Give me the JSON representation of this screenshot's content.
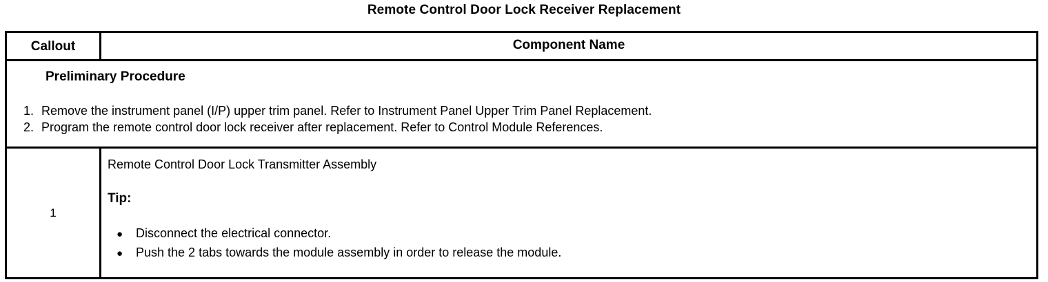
{
  "document": {
    "title": "Remote Control Door Lock Receiver Replacement"
  },
  "table": {
    "headers": {
      "callout": "Callout",
      "component_name": "Component Name"
    },
    "preliminary": {
      "heading": "Preliminary Procedure",
      "steps": [
        {
          "number": "1.",
          "text": "Remove the instrument panel (I/P) upper trim panel. Refer to Instrument Panel Upper Trim Panel Replacement."
        },
        {
          "number": "2.",
          "text": "Program the remote control door lock receiver after replacement. Refer to Control Module References."
        }
      ]
    },
    "rows": [
      {
        "callout": "1",
        "component_title": "Remote Control Door Lock Transmitter Assembly",
        "tip_label": "Tip:",
        "tips": [
          {
            "bullet": "bullet-glyph",
            "text": "Disconnect the electrical connector."
          },
          {
            "bullet": "bullet-glyph",
            "text": "Push the 2 tabs towards the module assembly in order to release the module."
          }
        ]
      }
    ]
  },
  "colors": {
    "border": "#000000",
    "text": "#000000",
    "background": "#ffffff"
  }
}
